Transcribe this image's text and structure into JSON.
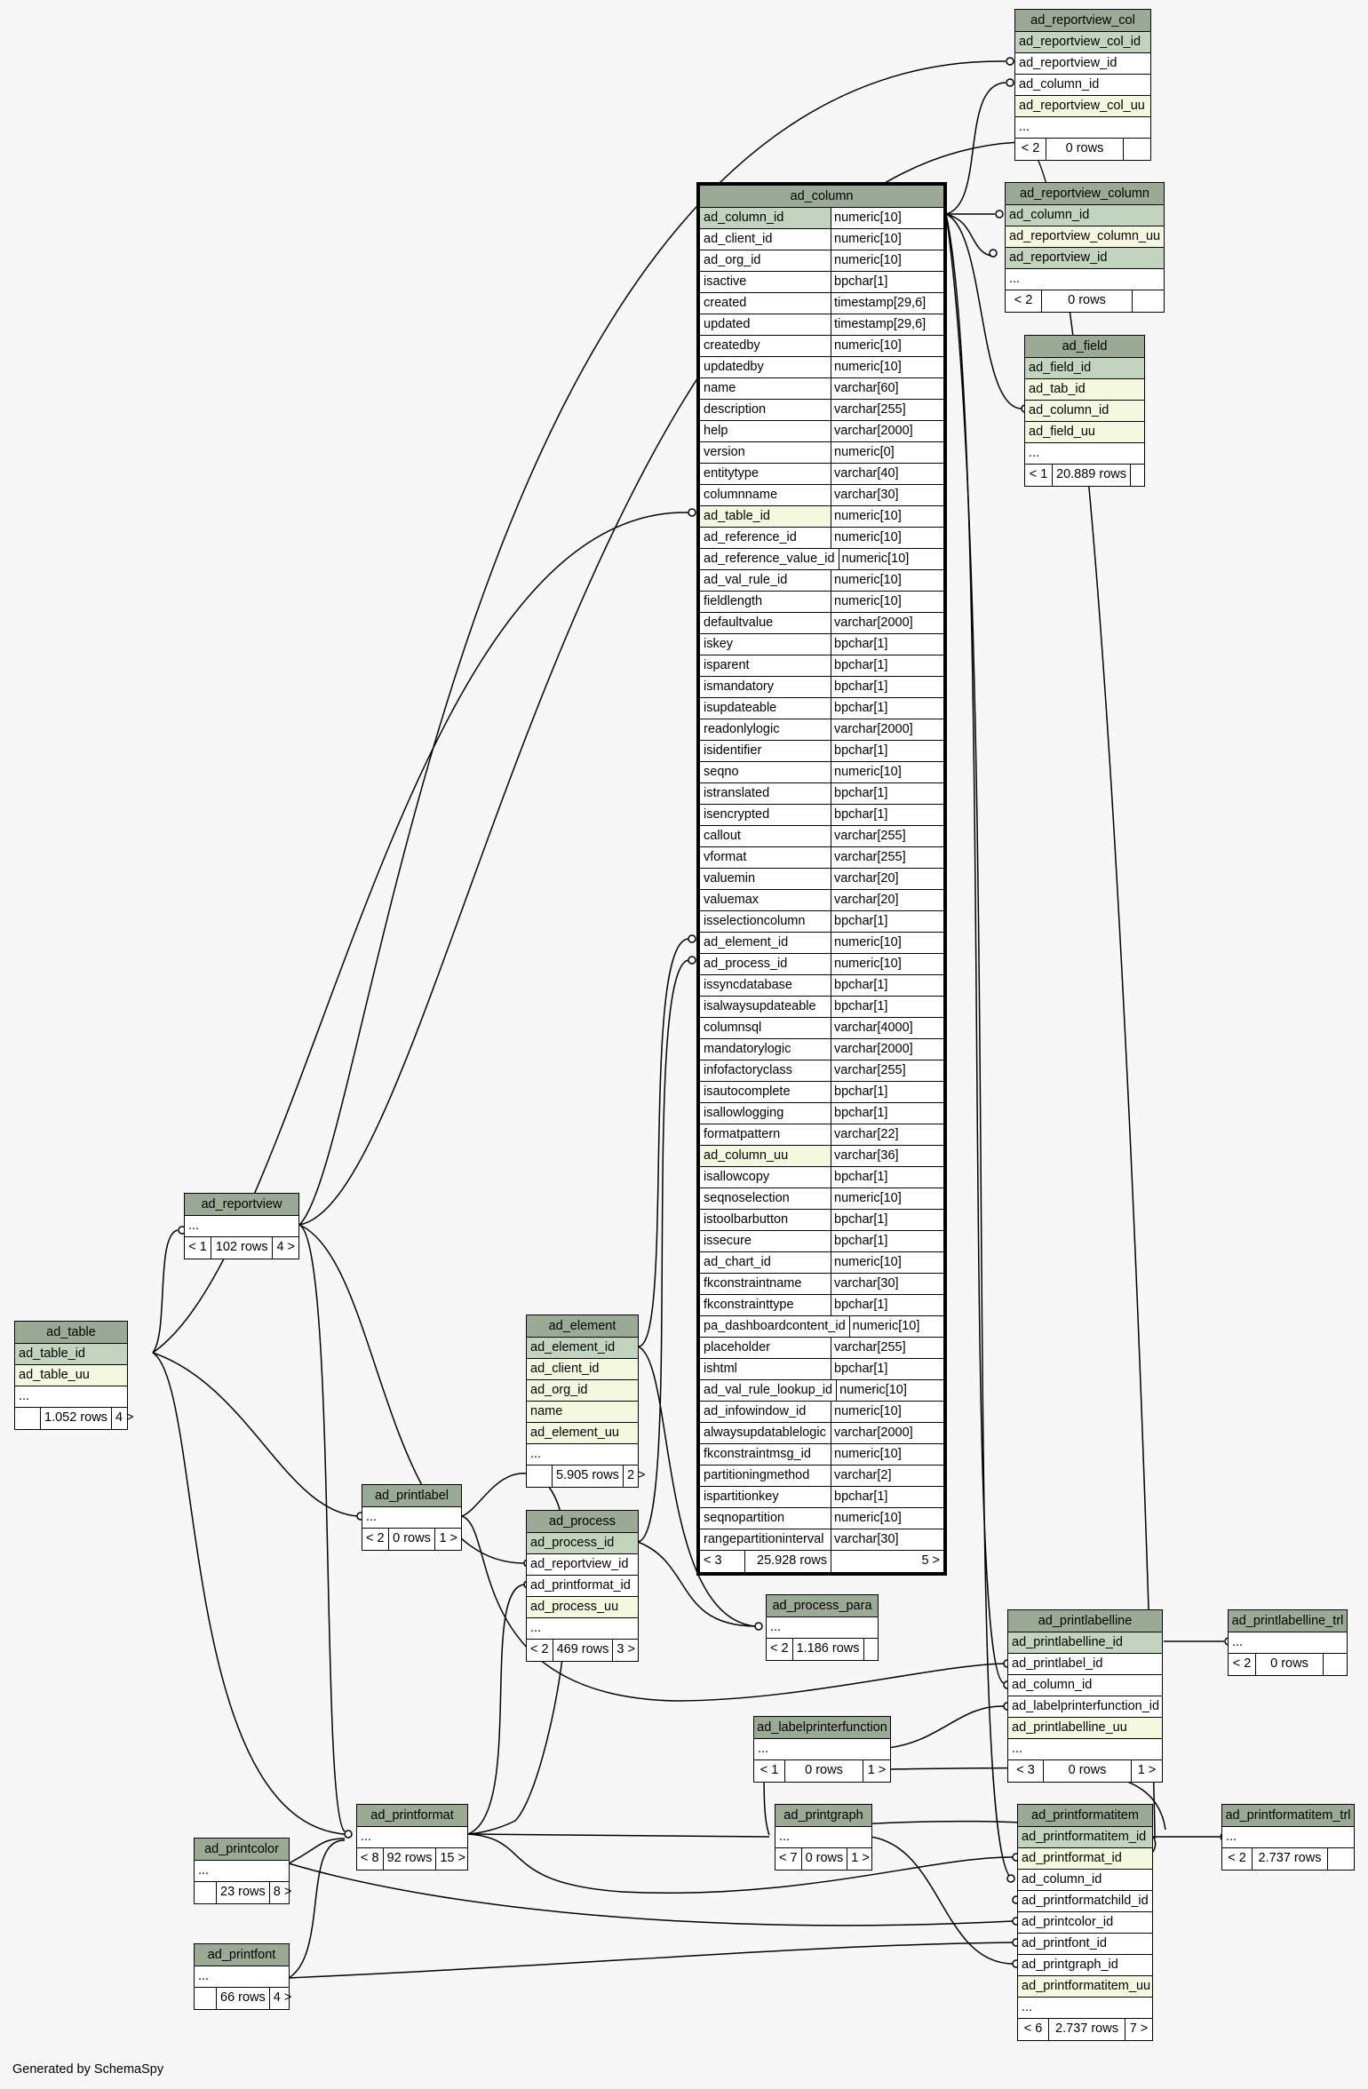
{
  "footer": "Generated by SchemaSpy",
  "tables": {
    "ad_reportview_col": {
      "name": "ad_reportview_col",
      "rows": [
        [
          "ad_reportview_col_id",
          "pk"
        ],
        [
          "ad_reportview_id",
          ""
        ],
        [
          "ad_column_id",
          ""
        ],
        [
          "ad_reportview_col_uu",
          "uk"
        ],
        [
          "...",
          ""
        ]
      ],
      "footer": [
        "< 2",
        "0 rows",
        ""
      ]
    },
    "ad_reportview_column": {
      "name": "ad_reportview_column",
      "rows": [
        [
          "ad_column_id",
          "pk"
        ],
        [
          "ad_reportview_column_uu",
          "uk"
        ],
        [
          "ad_reportview_id",
          "pk"
        ],
        [
          "...",
          ""
        ]
      ],
      "footer": [
        "< 2",
        "0 rows",
        ""
      ]
    },
    "ad_field": {
      "name": "ad_field",
      "rows": [
        [
          "ad_field_id",
          "pk"
        ],
        [
          "ad_tab_id",
          "uk"
        ],
        [
          "ad_column_id",
          "uk"
        ],
        [
          "ad_field_uu",
          "uk"
        ],
        [
          "...",
          ""
        ]
      ],
      "footer": [
        "< 1",
        "20.889 rows",
        ""
      ]
    },
    "ad_reportview": {
      "name": "ad_reportview",
      "rows": [
        [
          "...",
          ""
        ]
      ],
      "footer": [
        "< 1",
        "102 rows",
        "4 >"
      ]
    },
    "ad_table": {
      "name": "ad_table",
      "rows": [
        [
          "ad_table_id",
          "pk"
        ],
        [
          "ad_table_uu",
          "uk"
        ],
        [
          "...",
          ""
        ]
      ],
      "footer": [
        "",
        "1.052 rows",
        "4 >"
      ]
    },
    "ad_element": {
      "name": "ad_element",
      "rows": [
        [
          "ad_element_id",
          "pk"
        ],
        [
          "ad_client_id",
          "uk"
        ],
        [
          "ad_org_id",
          "uk"
        ],
        [
          "name",
          "uk"
        ],
        [
          "ad_element_uu",
          "uk"
        ],
        [
          "...",
          ""
        ]
      ],
      "footer": [
        "",
        "5.905 rows",
        "2 >"
      ]
    },
    "ad_printlabel": {
      "name": "ad_printlabel",
      "rows": [
        [
          "...",
          ""
        ]
      ],
      "footer": [
        "< 2",
        "0 rows",
        "1 >"
      ]
    },
    "ad_process": {
      "name": "ad_process",
      "rows": [
        [
          "ad_process_id",
          "pk"
        ],
        [
          "ad_reportview_id",
          ""
        ],
        [
          "ad_printformat_id",
          ""
        ],
        [
          "ad_process_uu",
          "uk"
        ],
        [
          "...",
          ""
        ]
      ],
      "footer": [
        "< 2",
        "469 rows",
        "3 >"
      ]
    },
    "ad_process_para": {
      "name": "ad_process_para",
      "rows": [
        [
          "...",
          ""
        ]
      ],
      "footer": [
        "< 2",
        "1.186 rows",
        ""
      ]
    },
    "ad_printlabelline": {
      "name": "ad_printlabelline",
      "rows": [
        [
          "ad_printlabelline_id",
          "pk"
        ],
        [
          "ad_printlabel_id",
          ""
        ],
        [
          "ad_column_id",
          ""
        ],
        [
          "ad_labelprinterfunction_id",
          ""
        ],
        [
          "ad_printlabelline_uu",
          "uk"
        ],
        [
          "...",
          ""
        ]
      ],
      "footer": [
        "< 3",
        "0 rows",
        "1 >"
      ]
    },
    "ad_printlabelline_trl": {
      "name": "ad_printlabelline_trl",
      "rows": [
        [
          "...",
          ""
        ]
      ],
      "footer": [
        "< 2",
        "0 rows",
        ""
      ]
    },
    "ad_labelprinterfunction": {
      "name": "ad_labelprinterfunction",
      "rows": [
        [
          "...",
          ""
        ]
      ],
      "footer": [
        "< 1",
        "0 rows",
        "1 >"
      ]
    },
    "ad_printformat": {
      "name": "ad_printformat",
      "rows": [
        [
          "...",
          ""
        ]
      ],
      "footer": [
        "< 8",
        "92 rows",
        "15 >"
      ]
    },
    "ad_printcolor": {
      "name": "ad_printcolor",
      "rows": [
        [
          "...",
          ""
        ]
      ],
      "footer": [
        "",
        "23 rows",
        "8 >"
      ]
    },
    "ad_printfont": {
      "name": "ad_printfont",
      "rows": [
        [
          "...",
          ""
        ]
      ],
      "footer": [
        "",
        "66 rows",
        "4 >"
      ]
    },
    "ad_printgraph": {
      "name": "ad_printgraph",
      "rows": [
        [
          "...",
          ""
        ]
      ],
      "footer": [
        "< 7",
        "0 rows",
        "1 >"
      ]
    },
    "ad_printformatitem": {
      "name": "ad_printformatitem",
      "rows": [
        [
          "ad_printformatitem_id",
          "pk"
        ],
        [
          "ad_printformat_id",
          "uk"
        ],
        [
          "ad_column_id",
          ""
        ],
        [
          "ad_printformatchild_id",
          ""
        ],
        [
          "ad_printcolor_id",
          ""
        ],
        [
          "ad_printfont_id",
          ""
        ],
        [
          "ad_printgraph_id",
          ""
        ],
        [
          "ad_printformatitem_uu",
          "uk"
        ],
        [
          "...",
          ""
        ]
      ],
      "footer": [
        "< 6",
        "2.737 rows",
        "7 >"
      ]
    },
    "ad_printformatitem_trl": {
      "name": "ad_printformatitem_trl",
      "rows": [
        [
          "...",
          ""
        ]
      ],
      "footer": [
        "< 2",
        "2.737 rows",
        ""
      ]
    }
  },
  "ad_column": {
    "name": "ad_column",
    "columns": [
      [
        "ad_column_id",
        "numeric[10]",
        "pk"
      ],
      [
        "ad_client_id",
        "numeric[10]",
        ""
      ],
      [
        "ad_org_id",
        "numeric[10]",
        ""
      ],
      [
        "isactive",
        "bpchar[1]",
        ""
      ],
      [
        "created",
        "timestamp[29,6]",
        ""
      ],
      [
        "updated",
        "timestamp[29,6]",
        ""
      ],
      [
        "createdby",
        "numeric[10]",
        ""
      ],
      [
        "updatedby",
        "numeric[10]",
        ""
      ],
      [
        "name",
        "varchar[60]",
        ""
      ],
      [
        "description",
        "varchar[255]",
        ""
      ],
      [
        "help",
        "varchar[2000]",
        ""
      ],
      [
        "version",
        "numeric[0]",
        ""
      ],
      [
        "entitytype",
        "varchar[40]",
        ""
      ],
      [
        "columnname",
        "varchar[30]",
        ""
      ],
      [
        "ad_table_id",
        "numeric[10]",
        "uk"
      ],
      [
        "ad_reference_id",
        "numeric[10]",
        ""
      ],
      [
        "ad_reference_value_id",
        "numeric[10]",
        ""
      ],
      [
        "ad_val_rule_id",
        "numeric[10]",
        ""
      ],
      [
        "fieldlength",
        "numeric[10]",
        ""
      ],
      [
        "defaultvalue",
        "varchar[2000]",
        ""
      ],
      [
        "iskey",
        "bpchar[1]",
        ""
      ],
      [
        "isparent",
        "bpchar[1]",
        ""
      ],
      [
        "ismandatory",
        "bpchar[1]",
        ""
      ],
      [
        "isupdateable",
        "bpchar[1]",
        ""
      ],
      [
        "readonlylogic",
        "varchar[2000]",
        ""
      ],
      [
        "isidentifier",
        "bpchar[1]",
        ""
      ],
      [
        "seqno",
        "numeric[10]",
        ""
      ],
      [
        "istranslated",
        "bpchar[1]",
        ""
      ],
      [
        "isencrypted",
        "bpchar[1]",
        ""
      ],
      [
        "callout",
        "varchar[255]",
        ""
      ],
      [
        "vformat",
        "varchar[255]",
        ""
      ],
      [
        "valuemin",
        "varchar[20]",
        ""
      ],
      [
        "valuemax",
        "varchar[20]",
        ""
      ],
      [
        "isselectioncolumn",
        "bpchar[1]",
        ""
      ],
      [
        "ad_element_id",
        "numeric[10]",
        ""
      ],
      [
        "ad_process_id",
        "numeric[10]",
        ""
      ],
      [
        "issyncdatabase",
        "bpchar[1]",
        ""
      ],
      [
        "isalwaysupdateable",
        "bpchar[1]",
        ""
      ],
      [
        "columnsql",
        "varchar[4000]",
        ""
      ],
      [
        "mandatorylogic",
        "varchar[2000]",
        ""
      ],
      [
        "infofactoryclass",
        "varchar[255]",
        ""
      ],
      [
        "isautocomplete",
        "bpchar[1]",
        ""
      ],
      [
        "isallowlogging",
        "bpchar[1]",
        ""
      ],
      [
        "formatpattern",
        "varchar[22]",
        ""
      ],
      [
        "ad_column_uu",
        "varchar[36]",
        "uk"
      ],
      [
        "isallowcopy",
        "bpchar[1]",
        ""
      ],
      [
        "seqnoselection",
        "numeric[10]",
        ""
      ],
      [
        "istoolbarbutton",
        "bpchar[1]",
        ""
      ],
      [
        "issecure",
        "bpchar[1]",
        ""
      ],
      [
        "ad_chart_id",
        "numeric[10]",
        ""
      ],
      [
        "fkconstraintname",
        "varchar[30]",
        ""
      ],
      [
        "fkconstrainttype",
        "bpchar[1]",
        ""
      ],
      [
        "pa_dashboardcontent_id",
        "numeric[10]",
        ""
      ],
      [
        "placeholder",
        "varchar[255]",
        ""
      ],
      [
        "ishtml",
        "bpchar[1]",
        ""
      ],
      [
        "ad_val_rule_lookup_id",
        "numeric[10]",
        ""
      ],
      [
        "ad_infowindow_id",
        "numeric[10]",
        ""
      ],
      [
        "alwaysupdatablelogic",
        "varchar[2000]",
        ""
      ],
      [
        "fkconstraintmsg_id",
        "numeric[10]",
        ""
      ],
      [
        "partitioningmethod",
        "varchar[2]",
        ""
      ],
      [
        "ispartitionkey",
        "bpchar[1]",
        ""
      ],
      [
        "seqnopartition",
        "numeric[10]",
        ""
      ],
      [
        "rangepartitioninterval",
        "varchar[30]",
        ""
      ]
    ],
    "footer": [
      "< 3",
      "25.928 rows",
      "5 >"
    ]
  },
  "colors": {
    "header": "#9baa95",
    "primary_key": "#c2d4be",
    "unique_key": "#f4f8df",
    "background": "#f7f7f7"
  }
}
